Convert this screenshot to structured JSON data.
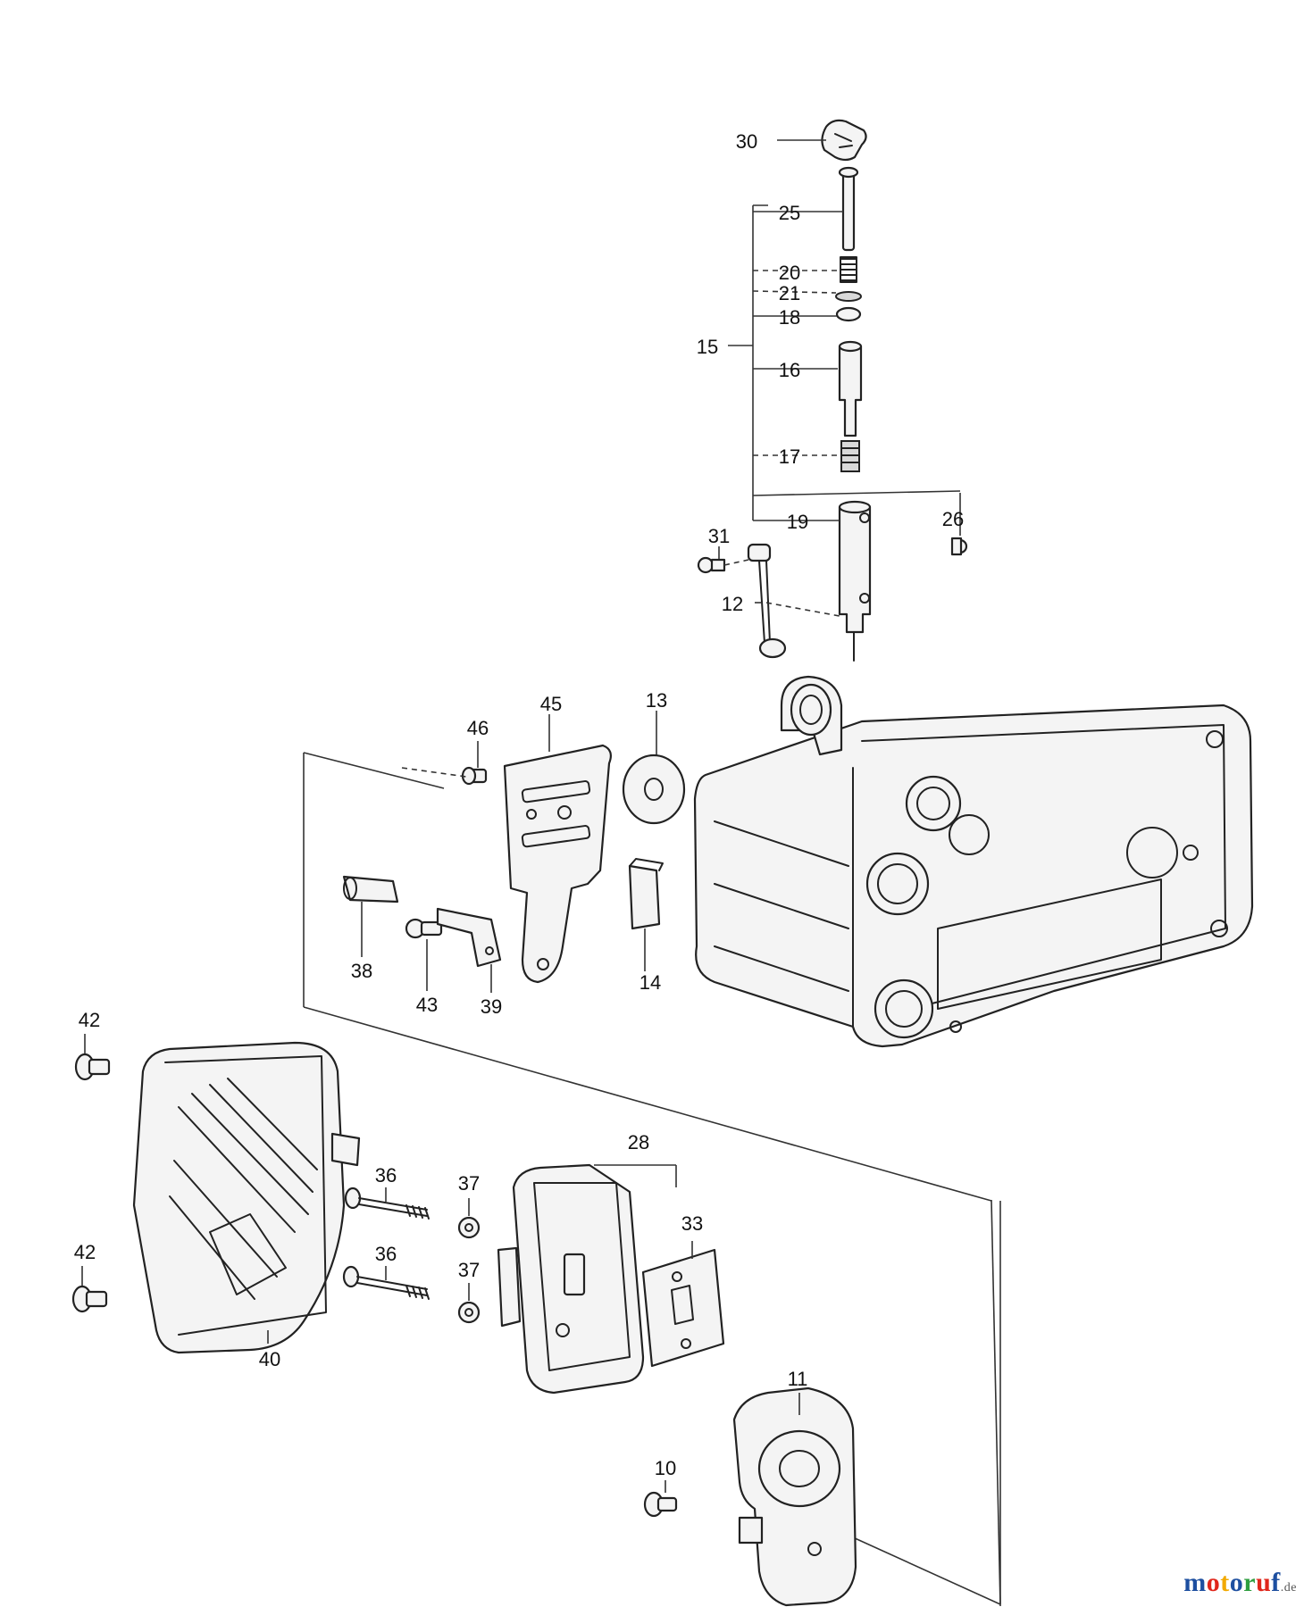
{
  "labels": {
    "p30": "30",
    "p25": "25",
    "p20": "20",
    "p21": "21",
    "p18": "18",
    "p15": "15",
    "p16": "16",
    "p17": "17",
    "p19": "19",
    "p26": "26",
    "p31": "31",
    "p12": "12",
    "p46": "46",
    "p45": "45",
    "p13": "13",
    "p38": "38",
    "p43": "43",
    "p39": "39",
    "p14": "14",
    "p42a": "42",
    "p42b": "42",
    "p36a": "36",
    "p36b": "36",
    "p37a": "37",
    "p37b": "37",
    "p28": "28",
    "p33": "33",
    "p11": "11",
    "p40": "40",
    "p10": "10"
  },
  "watermark": {
    "letters": [
      "m",
      "o",
      "t",
      "o",
      "r",
      "u",
      "f"
    ],
    "colors": [
      "#1d4fa0",
      "#e0261b",
      "#f2a900",
      "#1d4fa0",
      "#2e9e3f",
      "#e0261b",
      "#1d4fa0"
    ],
    "suffix": ".de"
  }
}
